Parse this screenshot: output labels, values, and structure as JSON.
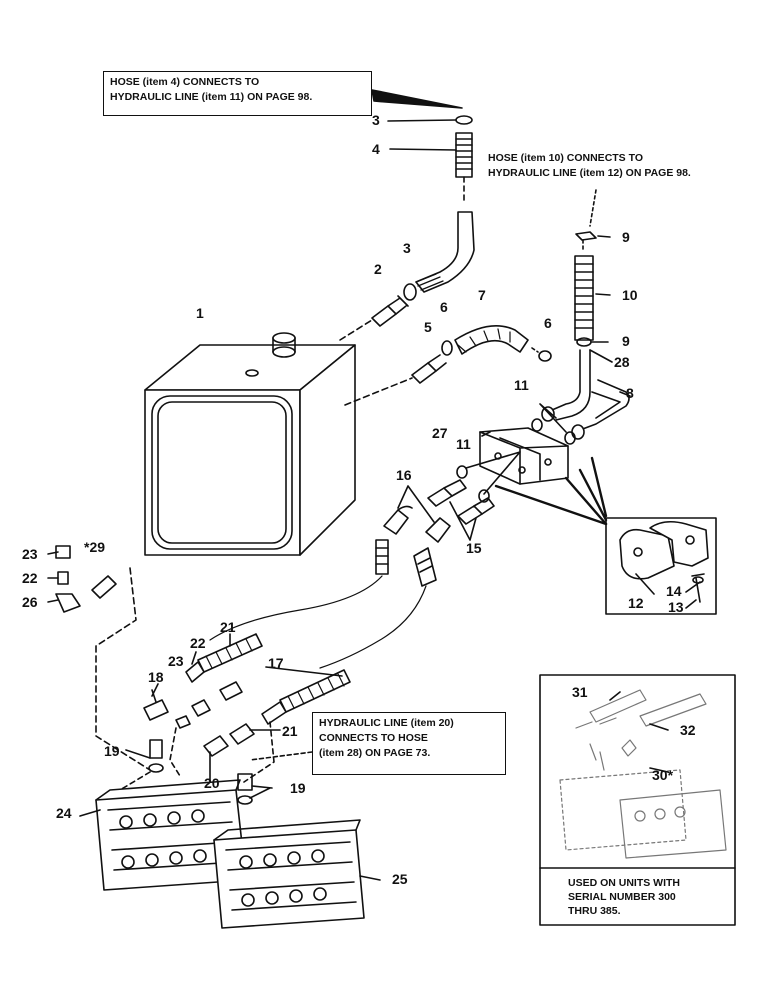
{
  "notes": {
    "hose4": [
      "HOSE (item 4) CONNECTS TO",
      "HYDRAULIC LINE (item 11) ON PAGE 98."
    ],
    "hose10": [
      "HOSE (item 10) CONNECTS TO",
      "HYDRAULIC LINE (item 12) ON PAGE 98."
    ],
    "line20": [
      "HYDRAULIC LINE (item 20)",
      "CONNECTS TO HOSE",
      "(item 28) ON PAGE 73."
    ]
  },
  "inset_caption": [
    "USED ON UNITS WITH",
    "SERIAL NUMBER 300",
    "THRU 385."
  ],
  "callouts": {
    "c1": "1",
    "c2": "2",
    "c3a": "3",
    "c3b": "3",
    "c4": "4",
    "c5": "5",
    "c6a": "6",
    "c6b": "6",
    "c7": "7",
    "c8": "8",
    "c9a": "9",
    "c9b": "9",
    "c10": "10",
    "c11a": "11",
    "c11b": "11",
    "c12": "12",
    "c13": "13",
    "c14": "14",
    "c15": "15",
    "c16": "16",
    "c17": "17",
    "c18": "18",
    "c19a": "19",
    "c19b": "19",
    "c20": "20",
    "c21a": "21",
    "c21b": "21",
    "c22a": "22",
    "c22b": "22",
    "c23a": "23",
    "c23b": "23",
    "c24": "24",
    "c25": "25",
    "c26": "26",
    "c27": "27",
    "c28": "28",
    "c29": "*29",
    "c30": "30*",
    "c31": "31",
    "c32": "32"
  }
}
